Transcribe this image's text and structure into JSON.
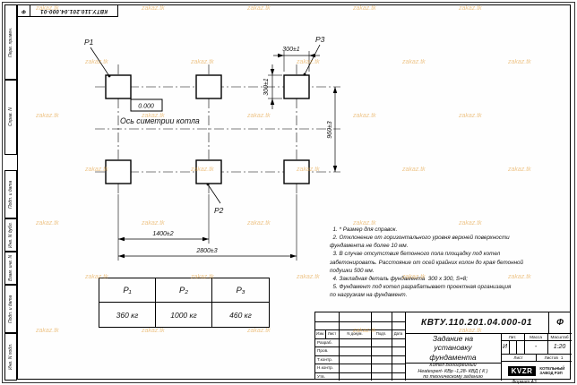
{
  "sheet": {
    "top_stamp_number": "КВТУ.110.201.04.000-01",
    "top_stamp_suffix": "Ф",
    "left_margin_labels": [
      "Перв. примен.",
      "Справ. N",
      "Подп. и дата",
      "Инв. N дубл.",
      "Взам. инв. N",
      "Подп. и дата",
      "Инв. N подл."
    ],
    "format_note": "Формат А3"
  },
  "watermark": {
    "text": "zakaz.tk",
    "color": "#e2992f"
  },
  "drawing": {
    "labels": {
      "p1": "Р1",
      "p2": "Р2",
      "p3": "Р3",
      "elevation": "0.000",
      "axis": "Ось симетрии котла"
    },
    "dimensions": {
      "pad_width": "300±1",
      "pad_height": "300±1",
      "row_spacing": "960±3",
      "col_spacing": "1400±2",
      "total_length": "2800±3"
    }
  },
  "notes": {
    "text": "  1. * Размер для справок.\n  2. Отклонение от горизонтального уровня верхней поверхности\nфундамента не более 10 мм.\n  3. В случае отсутствия бетонного пола площадку под котел\nзабетонировать. Расстояние от осей крайних колон до края бетонной\nподушки 500 мм.\n  4. Закладная деталь фундамента  300 х 300, S=8;\n  5. Фундамент под котел разрабатывает проектная организация\nпо нагрузкам на фундамент."
  },
  "load_table": {
    "headers": [
      "Р₁",
      "Р₂",
      "Р₃"
    ],
    "values": [
      "360 кг",
      "1000 кг",
      "460 кг"
    ]
  },
  "title_block": {
    "doc_number": "КВТУ.110.201.04.000-01",
    "doc_suffix": "Ф",
    "header_cols": {
      "izm": "Изм.",
      "list": "Лист",
      "doc": "N докум.",
      "sign": "Подп.",
      "date": "Дата"
    },
    "roles": [
      "Разраб.",
      "Пров.",
      "Т.контр.",
      "Н.контр.",
      "Утв."
    ],
    "title": "Задание на\nустановку\nфундамента",
    "product": "Котел Водогрейный\nHeatexpert- КВр -1,28- КВД ( К )\nпо техническому заданию",
    "lit_label": "Лит.",
    "mass_label": "Масса",
    "scale_label": "Масштаб",
    "lit_value": "И",
    "mass_value": "-",
    "scale_value": "1:20",
    "sheet_label": "Лист",
    "sheets_label": "Листов",
    "sheets_value": "1",
    "logo_text": "KVZR",
    "company": "КОТЕЛЬНЫЙ\nЗАВОД РЭП"
  }
}
